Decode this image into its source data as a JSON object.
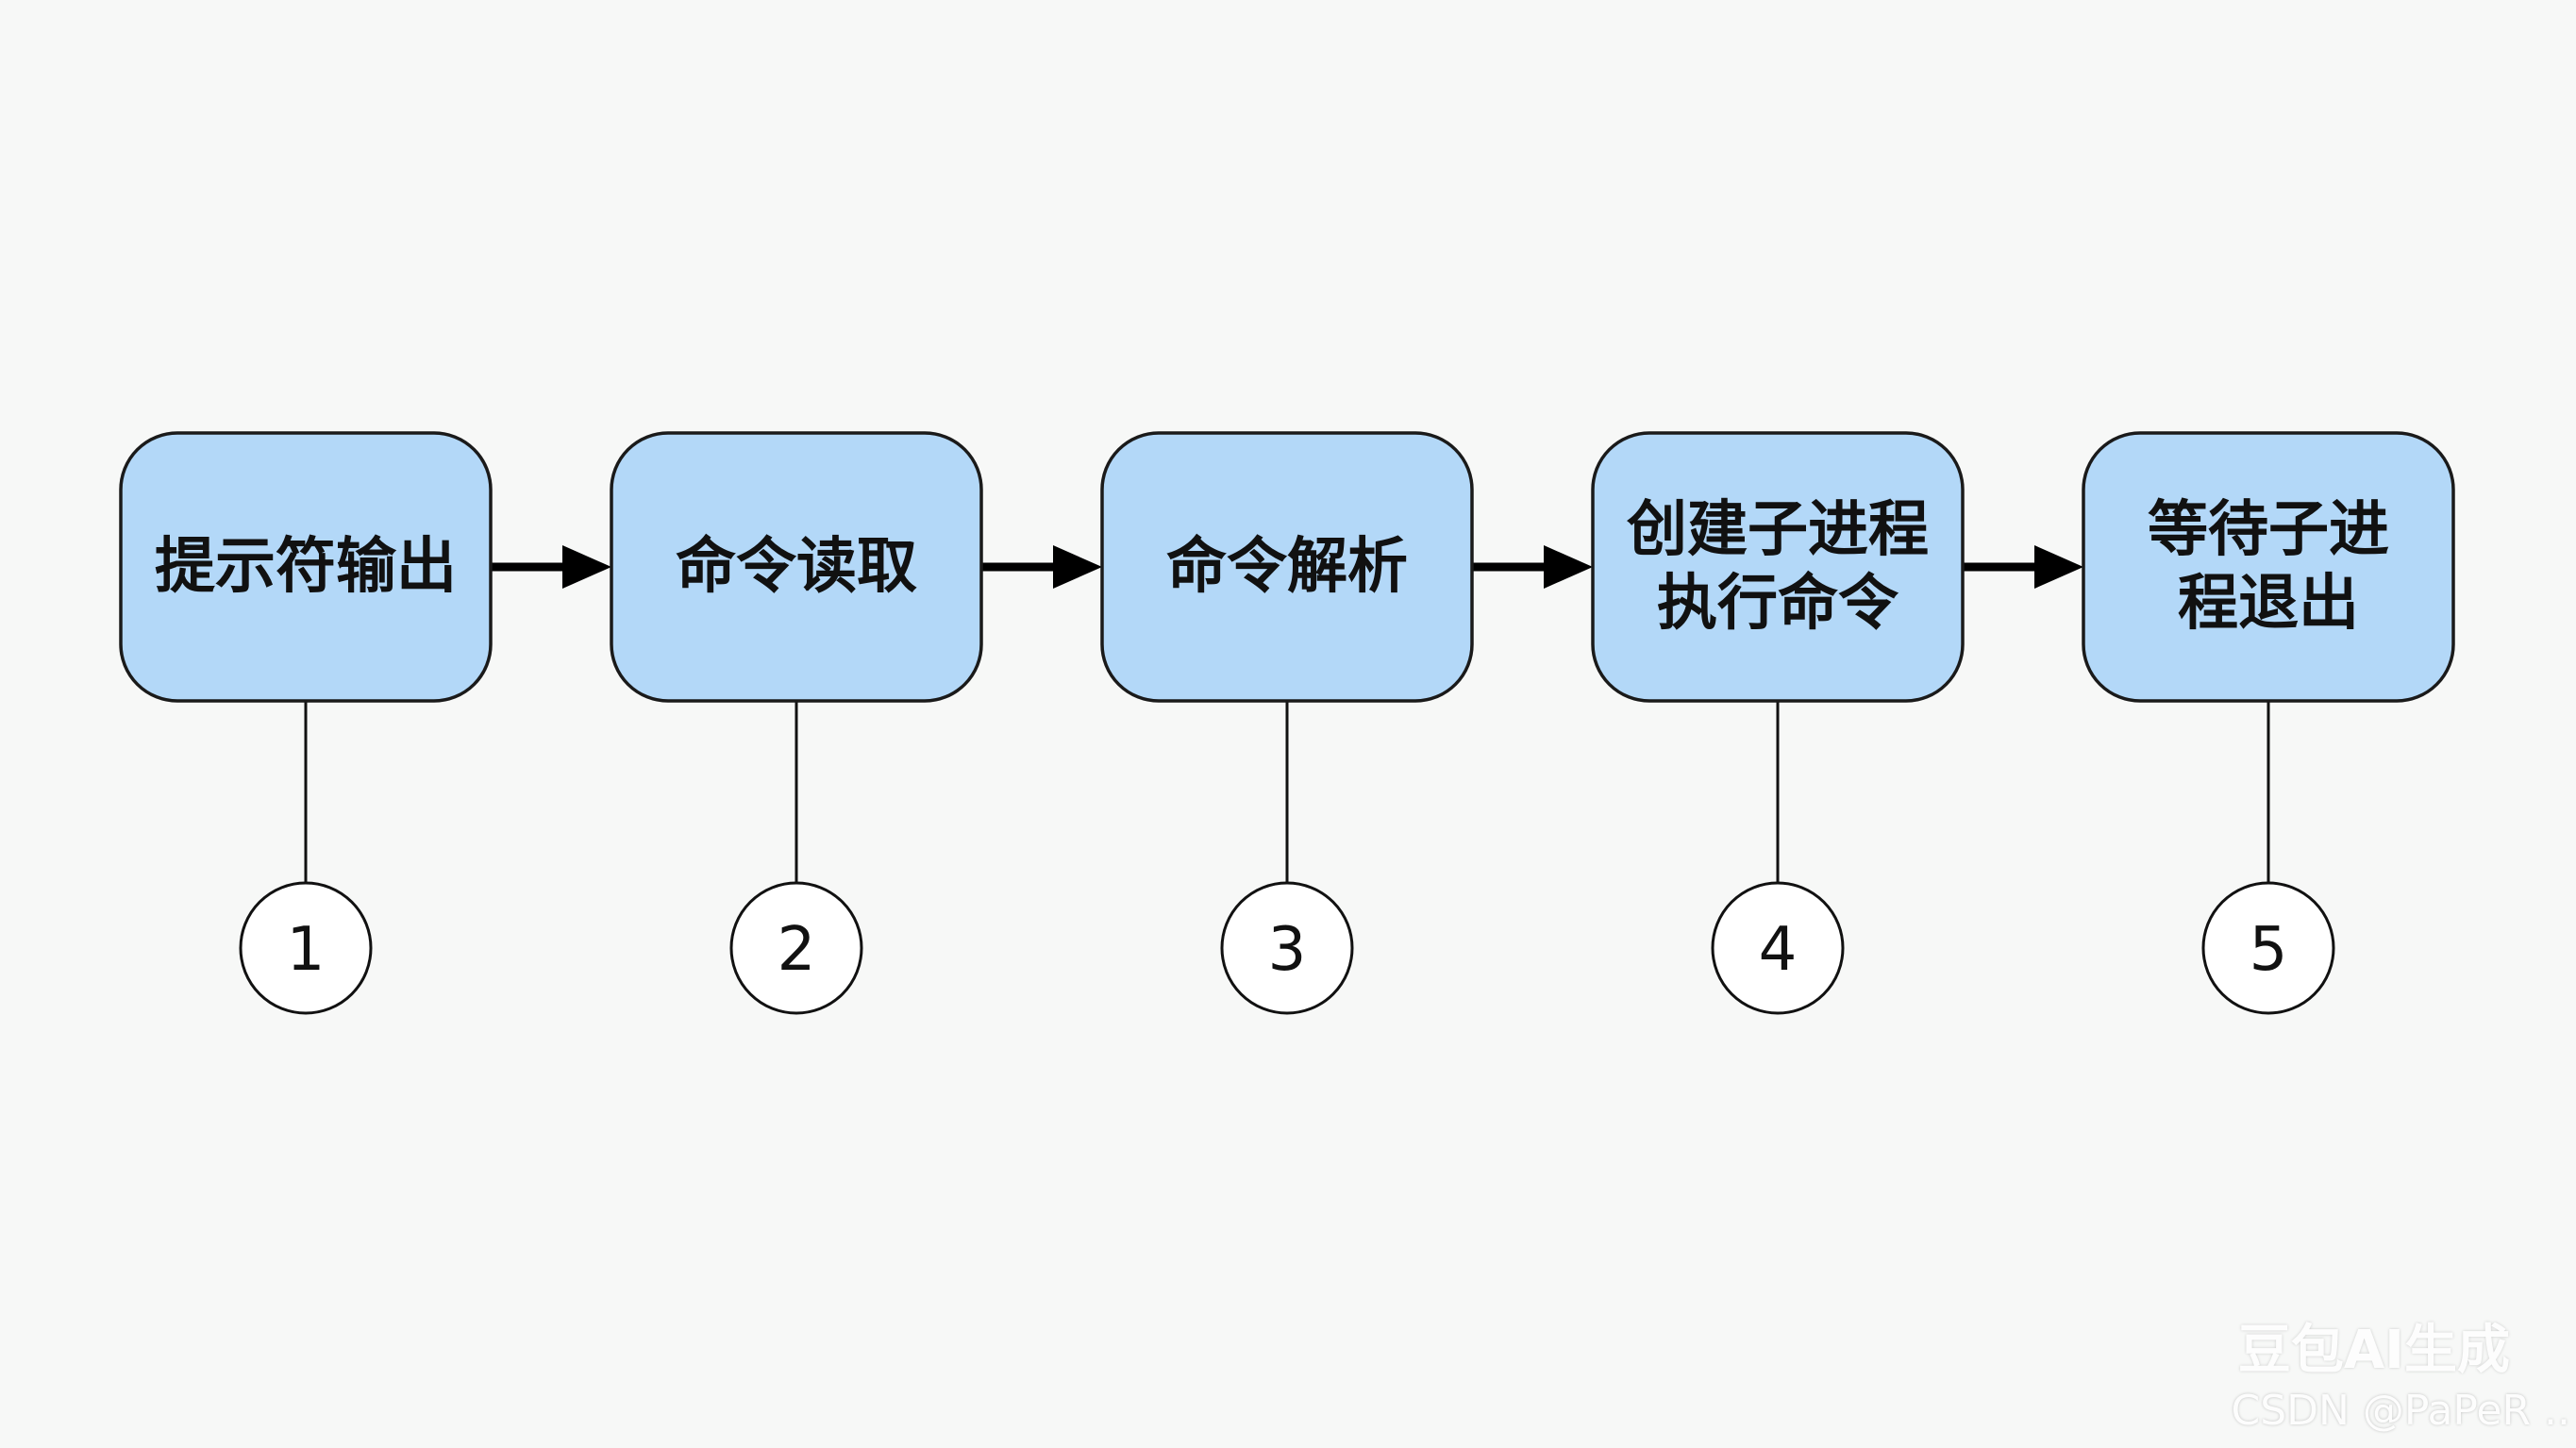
{
  "diagram": {
    "nodes": [
      {
        "lines": [
          "提示符输出"
        ],
        "step": "1"
      },
      {
        "lines": [
          "命令读取"
        ],
        "step": "2"
      },
      {
        "lines": [
          "命令解析"
        ],
        "step": "3"
      },
      {
        "lines": [
          "创建子进程",
          "执行命令"
        ],
        "step": "4"
      },
      {
        "lines": [
          "等待子进",
          "程退出"
        ],
        "step": "5"
      }
    ],
    "colors": {
      "box_fill": "#b3d8f8",
      "box_stroke": "#1a1a1a",
      "arrow": "#000000",
      "circle_fill": "#ffffff",
      "circle_stroke": "#111111"
    }
  },
  "watermark": {
    "line1": "豆包AI生成",
    "line2": "CSDN @PaPeR .."
  }
}
